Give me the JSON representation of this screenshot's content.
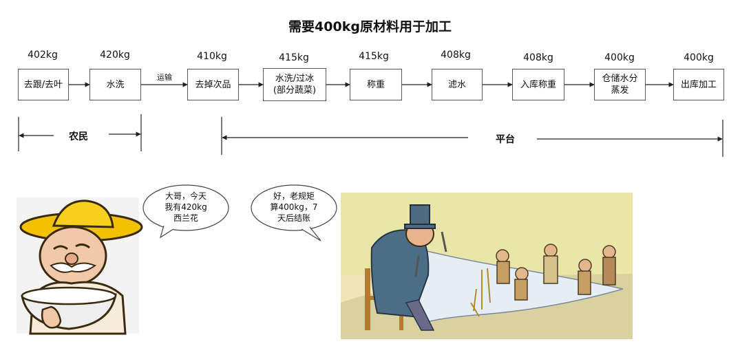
{
  "title": "需要400kg原材料用于加工",
  "steps": [
    {
      "weight": "402kg",
      "label": "去跟/去叶"
    },
    {
      "weight": "420kg",
      "label": "水洗"
    },
    {
      "weight": "410kg",
      "label": "去掉次品"
    },
    {
      "weight": "415kg",
      "label": "水洗/过冰\n(部分蔬菜)"
    },
    {
      "weight": "415kg",
      "label": "称重"
    },
    {
      "weight": "408kg",
      "label": "滤水"
    },
    {
      "weight": "408kg",
      "label": "入库称重"
    },
    {
      "weight": "400kg",
      "label": "仓储水分\n蒸发"
    },
    {
      "weight": "400kg",
      "label": "出库加工"
    }
  ],
  "transport_label": "运输",
  "farmer_label": "农民",
  "platform_label": "平台",
  "bubbles": {
    "farmer": "大哥，今天\n我有420kg\n西兰花",
    "platform": "好，老规矩\n算400kg，7\n天后结账"
  }
}
